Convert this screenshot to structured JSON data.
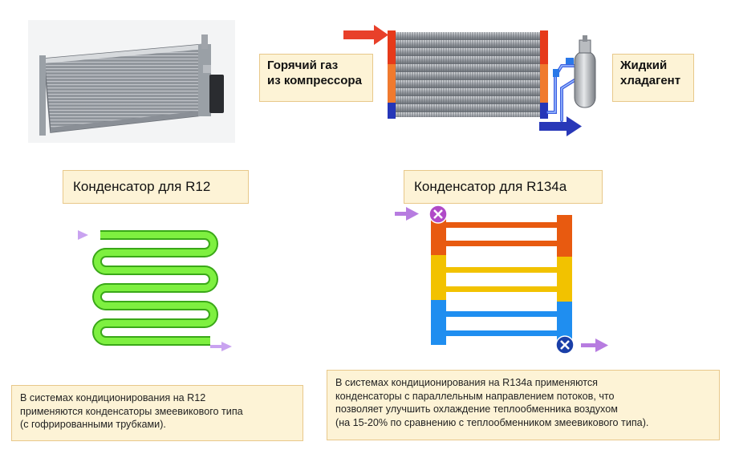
{
  "labels": {
    "hot_gas_line1": "Горячий газ",
    "hot_gas_line2": "из компрессора",
    "liquid_line1": "Жидкий",
    "liquid_line2": "хладагент"
  },
  "titles": {
    "r12": "Конденсатор для R12",
    "r134a": "Конденсатор для R134a"
  },
  "descriptions": {
    "r12": [
      "В системах кондиционирования на R12",
      "применяются конденсаторы змеевикового типа",
      "(с гофрированными трубками)."
    ],
    "r134a": [
      "В системах кондиционирования на R134a применяются",
      "конденсаторы с параллельным направлением потоков, что",
      "позволяет улучшить охлаждение теплообменника воздухом",
      "(на 15-20% по сравнению с теплообменником змеевикового типа)."
    ]
  },
  "colors": {
    "label_bg": "#fdf3d6",
    "label_border": "#e8c88a",
    "hot_arrow": "#e8402a",
    "cold_arrow": "#2838b8",
    "serpentine_green": "#6fe23a",
    "flow_arrow": "#b77ce0",
    "header_red": "#e85a10",
    "header_yellow": "#f2c200",
    "header_blue": "#1f8ef0"
  },
  "icons": [
    "condenser-photo",
    "hot-gas-arrow",
    "liquid-arrow",
    "receiver-drier-icon",
    "inlet-marker-icon",
    "outlet-marker-icon"
  ]
}
